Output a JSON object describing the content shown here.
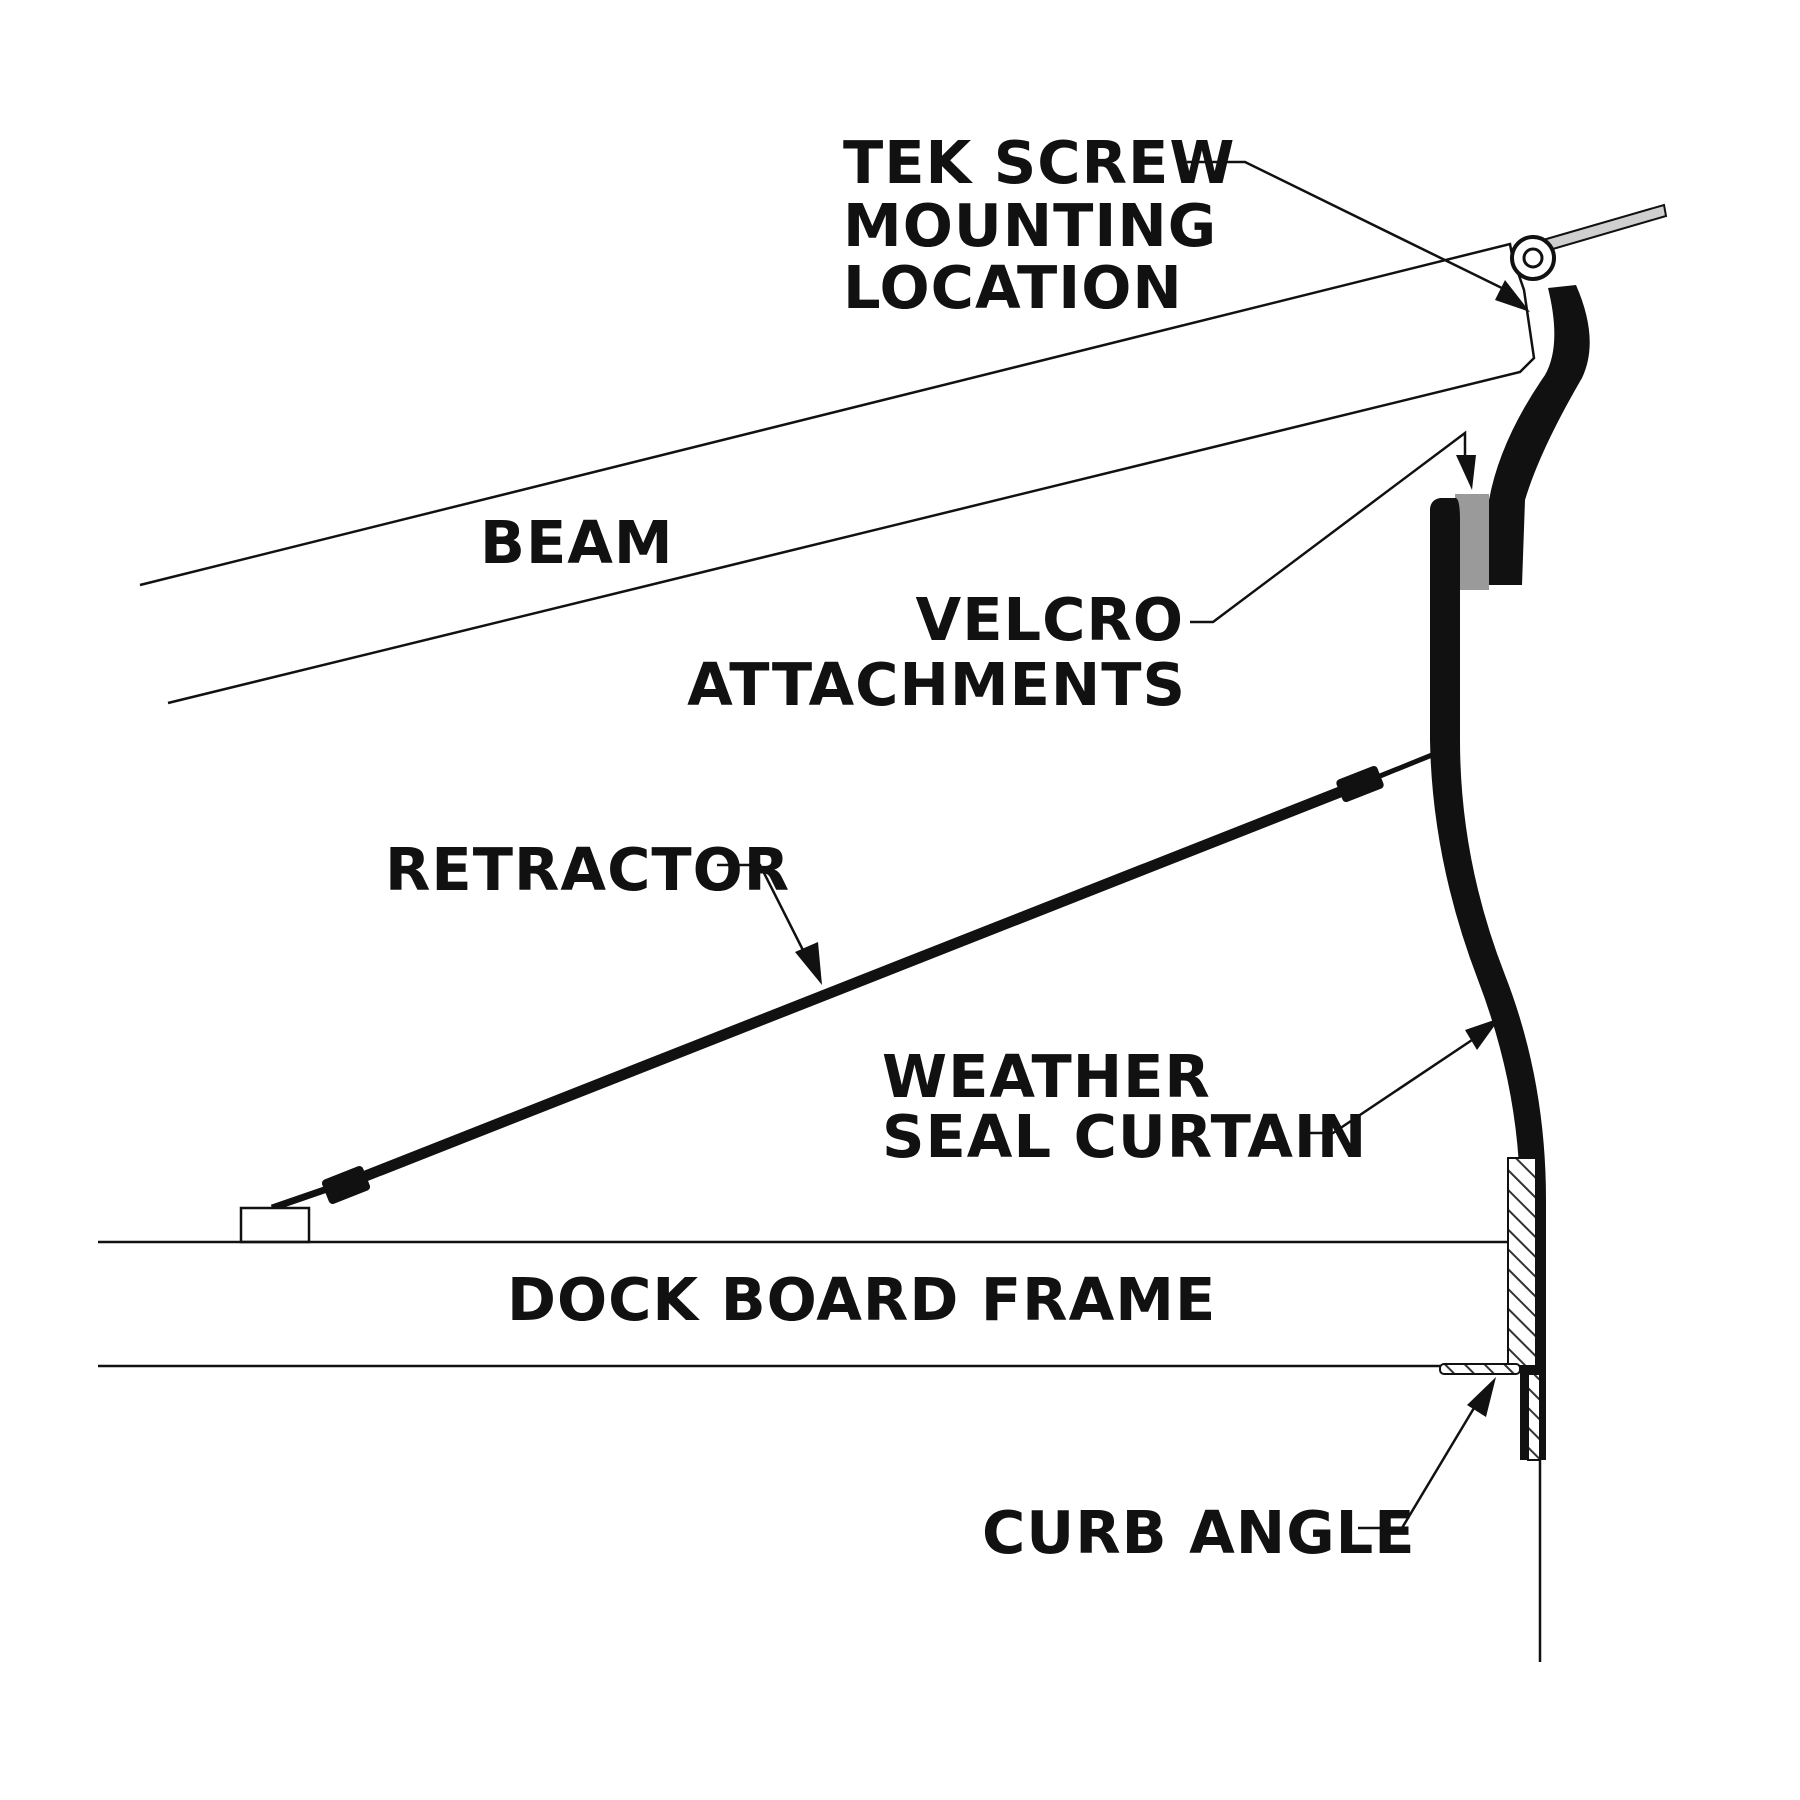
{
  "title": "Dock seal cross-section",
  "colors": {
    "ink": "#111111",
    "velcro": "#9a9a9a",
    "screw_shaft": "#cfcfcf",
    "background": "#ffffff"
  },
  "labels": {
    "tek_screw": [
      "TEK SCREW",
      "MOUNTING",
      "LOCATION"
    ],
    "beam": "BEAM",
    "velcro": [
      "VELCRO",
      "ATTACHMENTS"
    ],
    "retractor": "RETRACTOR",
    "weather_seal": [
      "WEATHER",
      "SEAL CURTAIN"
    ],
    "dock_board_frame": "DOCK BOARD FRAME",
    "curb_angle": "CURB ANGLE"
  },
  "components": [
    {
      "name": "beam",
      "icon": "beam-outline"
    },
    {
      "name": "tek-screw",
      "icon": "screw-icon"
    },
    {
      "name": "velcro-attachment",
      "icon": "velcro-strip"
    },
    {
      "name": "weather-seal-curtain",
      "icon": "curtain-profile"
    },
    {
      "name": "retractor",
      "icon": "retractor-strap"
    },
    {
      "name": "dock-board-frame",
      "icon": "frame-outline"
    },
    {
      "name": "curb-angle",
      "icon": "hatched-angle"
    }
  ]
}
